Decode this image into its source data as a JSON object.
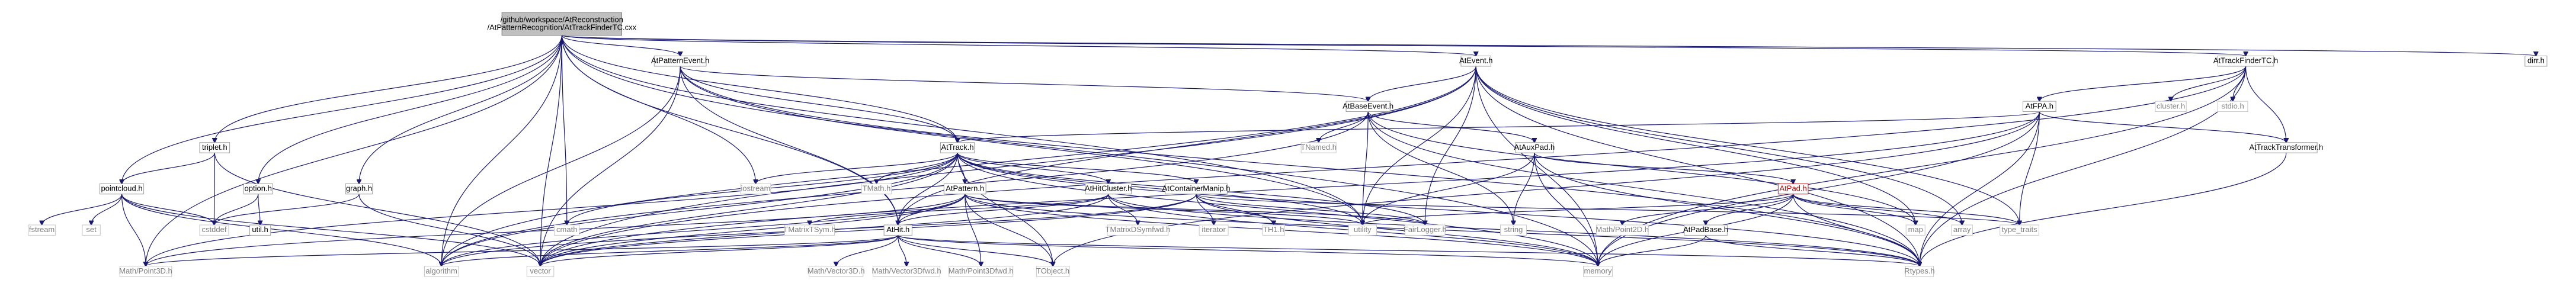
{
  "graph": {
    "colors": {
      "edge": "#191970",
      "root_fill": "#bfbfbf",
      "doc_border": "#9b9b9b",
      "ext_border": "#c7c7c7",
      "red_border": "#bf1f1f"
    },
    "nodes": [
      {
        "id": "root",
        "lines": [
          "/github/workspace/AtReconstruction",
          "/AtPatternRecognition/AtTrackFinderTC.cxx"
        ],
        "kind": "root"
      },
      {
        "id": "atpatternevent",
        "lines": [
          "AtPatternEvent.h"
        ],
        "kind": "doc"
      },
      {
        "id": "atevent",
        "lines": [
          "AtEvent.h"
        ],
        "kind": "doc"
      },
      {
        "id": "attrackfindertch",
        "lines": [
          "AtTrackFinderTC.h"
        ],
        "kind": "doc"
      },
      {
        "id": "dirr",
        "lines": [
          "dirr.h"
        ],
        "kind": "doc"
      },
      {
        "id": "clusterh",
        "lines": [
          "cluster.h"
        ],
        "kind": "gray"
      },
      {
        "id": "stdioh",
        "lines": [
          "stdio.h"
        ],
        "kind": "gray"
      },
      {
        "id": "atfpa",
        "lines": [
          "AtFPA.h"
        ],
        "kind": "doc"
      },
      {
        "id": "atbaseevent",
        "lines": [
          "AtBaseEvent.h"
        ],
        "kind": "doc"
      },
      {
        "id": "tnamed",
        "lines": [
          "TNamed.h"
        ],
        "kind": "gray"
      },
      {
        "id": "attracktransformer",
        "lines": [
          "AtTrackTransformer.h"
        ],
        "kind": "doc"
      },
      {
        "id": "triplet",
        "lines": [
          "triplet.h"
        ],
        "kind": "doc"
      },
      {
        "id": "option",
        "lines": [
          "option.h"
        ],
        "kind": "doc"
      },
      {
        "id": "graph",
        "lines": [
          "graph.h"
        ],
        "kind": "doc"
      },
      {
        "id": "pointcloud",
        "lines": [
          "pointcloud.h"
        ],
        "kind": "doc"
      },
      {
        "id": "attrack",
        "lines": [
          "AtTrack.h"
        ],
        "kind": "doc"
      },
      {
        "id": "ataux",
        "lines": [
          "AtAuxPad.h"
        ],
        "kind": "doc"
      },
      {
        "id": "atpad",
        "lines": [
          "AtPad.h"
        ],
        "kind": "red"
      },
      {
        "id": "iostream",
        "lines": [
          "iostream"
        ],
        "kind": "gray"
      },
      {
        "id": "tmath",
        "lines": [
          "TMath.h"
        ],
        "kind": "gray"
      },
      {
        "id": "atpattern",
        "lines": [
          "AtPattern.h"
        ],
        "kind": "doc"
      },
      {
        "id": "athitcluster",
        "lines": [
          "AtHitCluster.h"
        ],
        "kind": "doc"
      },
      {
        "id": "atcontainermanip",
        "lines": [
          "AtContainerManip.h"
        ],
        "kind": "doc"
      },
      {
        "id": "fstream",
        "lines": [
          "fstream"
        ],
        "kind": "gray"
      },
      {
        "id": "set",
        "lines": [
          "set"
        ],
        "kind": "gray"
      },
      {
        "id": "cstddef",
        "lines": [
          "cstddef"
        ],
        "kind": "gray"
      },
      {
        "id": "utilh",
        "lines": [
          "util.h"
        ],
        "kind": "doc"
      },
      {
        "id": "cmath",
        "lines": [
          "cmath"
        ],
        "kind": "gray"
      },
      {
        "id": "tmatrixtsym",
        "lines": [
          "TMatrixTSym.h"
        ],
        "kind": "gray"
      },
      {
        "id": "tmatrixdsymfwd",
        "lines": [
          "TMatrixDSymfwd.h"
        ],
        "kind": "gray"
      },
      {
        "id": "iterator",
        "lines": [
          "iterator"
        ],
        "kind": "gray"
      },
      {
        "id": "th1",
        "lines": [
          "TH1.h"
        ],
        "kind": "gray"
      },
      {
        "id": "fairlogger",
        "lines": [
          "FairLogger.h"
        ],
        "kind": "gray"
      },
      {
        "id": "utility",
        "lines": [
          "utility"
        ],
        "kind": "gray"
      },
      {
        "id": "string",
        "lines": [
          "string"
        ],
        "kind": "gray"
      },
      {
        "id": "math_point2d",
        "lines": [
          "Math/Point2D.h"
        ],
        "kind": "gray"
      },
      {
        "id": "atpadbase",
        "lines": [
          "AtPadBase.h"
        ],
        "kind": "doc"
      },
      {
        "id": "map",
        "lines": [
          "map"
        ],
        "kind": "gray"
      },
      {
        "id": "array",
        "lines": [
          "array"
        ],
        "kind": "gray"
      },
      {
        "id": "type_traits",
        "lines": [
          "type_traits"
        ],
        "kind": "gray"
      },
      {
        "id": "athit",
        "lines": [
          "AtHit.h"
        ],
        "kind": "doc"
      },
      {
        "id": "math_point3d",
        "lines": [
          "Math/Point3D.h"
        ],
        "kind": "gray"
      },
      {
        "id": "algorithm",
        "lines": [
          "algorithm"
        ],
        "kind": "gray"
      },
      {
        "id": "vector",
        "lines": [
          "vector"
        ],
        "kind": "gray"
      },
      {
        "id": "math_vector3d",
        "lines": [
          "Math/Vector3D.h"
        ],
        "kind": "gray"
      },
      {
        "id": "math_vector3dfwd",
        "lines": [
          "Math/Vector3Dfwd.h"
        ],
        "kind": "gray"
      },
      {
        "id": "math_point3dfwd",
        "lines": [
          "Math/Point3Dfwd.h"
        ],
        "kind": "gray"
      },
      {
        "id": "tobject",
        "lines": [
          "TObject.h"
        ],
        "kind": "gray"
      },
      {
        "id": "memory",
        "lines": [
          "memory"
        ],
        "kind": "gray"
      },
      {
        "id": "rtypes",
        "lines": [
          "Rtypes.h"
        ],
        "kind": "gray"
      }
    ],
    "edges": [
      [
        "root",
        "atpatternevent"
      ],
      [
        "root",
        "atevent"
      ],
      [
        "root",
        "attrackfindertch"
      ],
      [
        "root",
        "dirr"
      ],
      [
        "root",
        "triplet"
      ],
      [
        "root",
        "option"
      ],
      [
        "root",
        "graph"
      ],
      [
        "root",
        "pointcloud"
      ],
      [
        "root",
        "attrack"
      ],
      [
        "root",
        "cmath"
      ],
      [
        "root",
        "algorithm"
      ],
      [
        "root",
        "vector"
      ],
      [
        "root",
        "math_point3d"
      ],
      [
        "root",
        "athit"
      ],
      [
        "root",
        "iostream"
      ],
      [
        "root",
        "utility"
      ],
      [
        "root",
        "memory"
      ],
      [
        "atpatternevent",
        "atbaseevent"
      ],
      [
        "atpatternevent",
        "attrack"
      ],
      [
        "atpatternevent",
        "vector"
      ],
      [
        "atpatternevent",
        "rtypes"
      ],
      [
        "atpatternevent",
        "algorithm"
      ],
      [
        "atpatternevent",
        "utility"
      ],
      [
        "atpatternevent",
        "athit"
      ],
      [
        "atevent",
        "atbaseevent"
      ],
      [
        "atevent",
        "athit"
      ],
      [
        "atevent",
        "utility"
      ],
      [
        "atevent",
        "fairlogger"
      ],
      [
        "atevent",
        "memory"
      ],
      [
        "atevent",
        "map"
      ],
      [
        "atevent",
        "type_traits"
      ],
      [
        "atevent",
        "rtypes"
      ],
      [
        "atevent",
        "algorithm"
      ],
      [
        "atevent",
        "vector"
      ],
      [
        "atevent",
        "array"
      ],
      [
        "attrackfindertch",
        "clusterh"
      ],
      [
        "attrackfindertch",
        "stdioh"
      ],
      [
        "attrackfindertch",
        "atfpa"
      ],
      [
        "attrackfindertch",
        "attracktransformer"
      ],
      [
        "attrackfindertch",
        "memory"
      ],
      [
        "attrackfindertch",
        "vector"
      ],
      [
        "attrackfindertch",
        "rtypes"
      ],
      [
        "atfpa",
        "attrack"
      ],
      [
        "atfpa",
        "attracktransformer"
      ],
      [
        "atfpa",
        "type_traits"
      ],
      [
        "atfpa",
        "rtypes"
      ],
      [
        "atfpa",
        "memory"
      ],
      [
        "atfpa",
        "vector"
      ],
      [
        "atfpa",
        "tobject"
      ],
      [
        "atbaseevent",
        "tnamed"
      ],
      [
        "atbaseevent",
        "ataux"
      ],
      [
        "atbaseevent",
        "string"
      ],
      [
        "atbaseevent",
        "utility"
      ],
      [
        "atbaseevent",
        "map"
      ],
      [
        "atbaseevent",
        "rtypes"
      ],
      [
        "atbaseevent",
        "algorithm"
      ],
      [
        "attracktransformer",
        "rtypes"
      ],
      [
        "triplet",
        "pointcloud"
      ],
      [
        "triplet",
        "cstddef"
      ],
      [
        "triplet",
        "vector"
      ],
      [
        "option",
        "cstddef"
      ],
      [
        "option",
        "utilh"
      ],
      [
        "graph",
        "cstddef"
      ],
      [
        "graph",
        "vector"
      ],
      [
        "pointcloud",
        "fstream"
      ],
      [
        "pointcloud",
        "set"
      ],
      [
        "pointcloud",
        "cstddef"
      ],
      [
        "pointcloud",
        "vector"
      ],
      [
        "pointcloud",
        "math_point3d"
      ],
      [
        "pointcloud",
        "algorithm"
      ],
      [
        "attrack",
        "iostream"
      ],
      [
        "attrack",
        "tmath"
      ],
      [
        "attrack",
        "atpattern"
      ],
      [
        "attrack",
        "athitcluster"
      ],
      [
        "attrack",
        "atcontainermanip"
      ],
      [
        "attrack",
        "athit"
      ],
      [
        "attrack",
        "cmath"
      ],
      [
        "attrack",
        "utility"
      ],
      [
        "attrack",
        "vector"
      ],
      [
        "attrack",
        "algorithm"
      ],
      [
        "attrack",
        "math_point3d"
      ],
      [
        "attrack",
        "memory"
      ],
      [
        "attrack",
        "rtypes"
      ],
      [
        "attrack",
        "fairlogger"
      ],
      [
        "attrack",
        "tobject"
      ],
      [
        "ataux",
        "atpad"
      ],
      [
        "ataux",
        "string"
      ],
      [
        "ataux",
        "utility"
      ],
      [
        "ataux",
        "memory"
      ],
      [
        "ataux",
        "rtypes"
      ],
      [
        "atpad",
        "atpadbase"
      ],
      [
        "atpad",
        "math_point2d"
      ],
      [
        "atpad",
        "map"
      ],
      [
        "atpad",
        "array"
      ],
      [
        "atpad",
        "type_traits"
      ],
      [
        "atpad",
        "memory"
      ],
      [
        "atpad",
        "rtypes"
      ],
      [
        "atpad",
        "utility"
      ],
      [
        "atpattern",
        "athit"
      ],
      [
        "atpattern",
        "math_point3dfwd"
      ],
      [
        "atpattern",
        "tobject"
      ],
      [
        "atpattern",
        "fairlogger"
      ],
      [
        "atpattern",
        "algorithm"
      ],
      [
        "atpattern",
        "vector"
      ],
      [
        "atpattern",
        "utility"
      ],
      [
        "atpattern",
        "memory"
      ],
      [
        "atpattern",
        "math_point3d"
      ],
      [
        "atpattern",
        "rtypes"
      ],
      [
        "athitcluster",
        "athit"
      ],
      [
        "athitcluster",
        "tmatrixtsym"
      ],
      [
        "athitcluster",
        "tmatrixdsymfwd"
      ],
      [
        "athitcluster",
        "memory"
      ],
      [
        "athitcluster",
        "vector"
      ],
      [
        "athitcluster",
        "rtypes"
      ],
      [
        "atcontainermanip",
        "iterator"
      ],
      [
        "atcontainermanip",
        "th1"
      ],
      [
        "atcontainermanip",
        "fairlogger"
      ],
      [
        "atcontainermanip",
        "vector"
      ],
      [
        "atcontainermanip",
        "memory"
      ],
      [
        "atcontainermanip",
        "algorithm"
      ],
      [
        "atcontainermanip",
        "type_traits"
      ],
      [
        "atpadbase",
        "memory"
      ],
      [
        "atpadbase",
        "rtypes"
      ],
      [
        "athit",
        "math_point3d"
      ],
      [
        "athit",
        "algorithm"
      ],
      [
        "athit",
        "vector"
      ],
      [
        "athit",
        "math_vector3d"
      ],
      [
        "athit",
        "math_vector3dfwd"
      ],
      [
        "athit",
        "math_point3dfwd"
      ],
      [
        "athit",
        "tobject"
      ],
      [
        "athit",
        "memory"
      ],
      [
        "athit",
        "rtypes"
      ]
    ]
  }
}
